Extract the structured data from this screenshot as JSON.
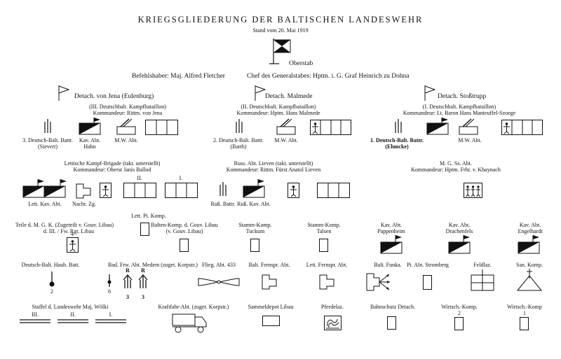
{
  "header": {
    "title": "KRIEGSGLIEDERUNG DER BALTISCHEN LANDESWEHR",
    "date": "Stand vom 20. Mai 1919"
  },
  "oberstab": {
    "label": "Oberstab",
    "befehlshaber": "Befehlshaber: Maj. Alfred Fletcher",
    "chef": "Chef des Generalstabes: Hptm. i. G. Graf Heinrich zu Dohna"
  },
  "detach_jena": {
    "name": "Detach. von Jena (Eulenburg)",
    "line1": "(III. Deutschbalt. Kampfbataillon)",
    "line2": "Kommandeur: Rittm. von Jena",
    "battr1": "3. Deutsch-Balt. Battr.",
    "battr2": "(Sievert)",
    "kav1": "Kav. Abt.",
    "kav2": "Hahn",
    "mw": "M.W. Abt."
  },
  "detach_malmede": {
    "name": "Detach. Malmede",
    "line1": "(II. Deutschbalt. Kampfbataillon)",
    "line2": "Kommandeur: Hptm. Hans Malmede",
    "battr1": "2. Deutsch-Balt. Battr.",
    "battr2": "(Barth)",
    "mw": "M.W. Abt."
  },
  "detach_stoss": {
    "name": "Detach. Stoßtrupp",
    "line1": "(I. Deutschbalt. Kampfbataillon)",
    "line2": "Kommandeur: Lt. Baron Hans Manteuffel-Szoege",
    "battr1": "1. Deutsch-Balt. Battr.",
    "battr2": "(Ehmcke)",
    "mw": "M.W. Abt."
  },
  "lett_brigade": {
    "line1": "Lettische Kampf-Brigade (takt. unterstellt)",
    "line2": "Kommandeur: Oberst Janis Ballod",
    "roman_ii": "II.",
    "roman_i": "I.",
    "kav": "Lett. Kav. Abt.",
    "nachr": "Nachr. Zg."
  },
  "russ_abt": {
    "line1": "Russ. Abt. Lieven (takt. unterstellt)",
    "line2": "Kommandeur: Rittm. Fürst Anatol Lieven",
    "battr": "Ruß. Battr.",
    "kav": "Ruß. Kav. Abt."
  },
  "mgs": {
    "line1": "M. G. Ss. Abt.",
    "line2": "Kommandeur: Hptm. Frhr. v. Khaynach"
  },
  "row_mid": {
    "teile1": "Teile d. M. G. K. (Zugeteilt v. Gouv. Libau)",
    "teile2": "d. III. / Fw. Rgt. Libau",
    "teile_num": "4",
    "pi1": "Lett. Pi. Komp.",
    "balten1": "Balten-Komp. d. Gouv. Libau",
    "balten2": "(v. Gouv. Libau)",
    "stamm1a": "Stamm-Komp.",
    "stamm1b": "Tuckum",
    "stamm2a": "Stamm-Komp.",
    "stamm2b": "Talsen",
    "kav1a": "Kav. Abt.",
    "kav1b": "Pappenheim",
    "kav2a": "Kav. Abt.",
    "kav2b": "Drachenfels",
    "kav3a": "Kav. Abt.",
    "kav3b": "Engelhardt"
  },
  "row_low": {
    "haub": "Deutsch-Balt. Haub. Batt.",
    "frw": "Bad. Frw. Abt. Medem (zuget. Korpstr.)",
    "flieg": "Flieg. Abt. 433",
    "fernspr1": "Balt. Fernspr. Abt.",
    "fernspr2": "Lett. Fernspr. Abt.",
    "funk": "Balt. Funka.",
    "pi": "Pi. Abt. Stromberg",
    "feldlaz": "Feldlaz.",
    "san": "San. Komp.",
    "num2": "2",
    "num6": "6",
    "num3a": "3",
    "num3b": "3",
    "r1": "R",
    "r2": "R"
  },
  "row_bottom": {
    "staffel": "Staffel d. Landeswehr Maj. Wölki",
    "iii": "III.",
    "ii": "II.",
    "i": "I.",
    "kraft": "Kraftfahr-Abt. (zuget. Korpstr.)",
    "sammel": "Sammeldepot Libau",
    "pferde": "Pferdelaz.",
    "bahn": "Bahnschutz Detach.",
    "wirt2": "Wirtsch.-Komp.",
    "wirt2num": "2",
    "wirt1": "Wirtsch.-Komp",
    "wirt1num": "1"
  }
}
